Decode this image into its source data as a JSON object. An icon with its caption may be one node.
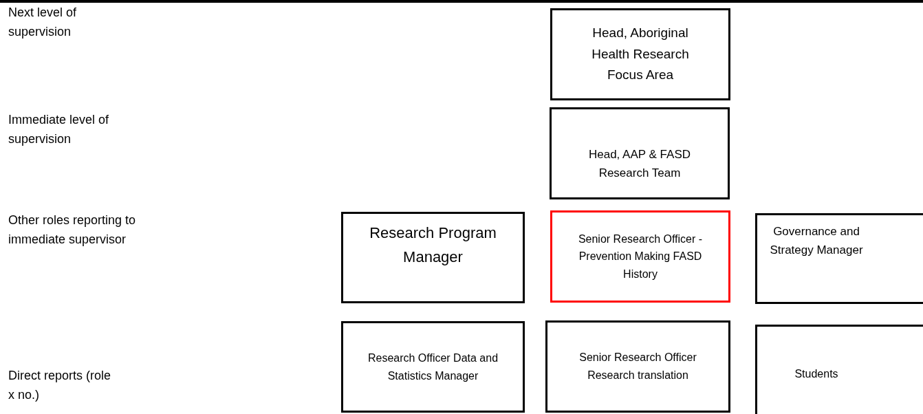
{
  "diagram": {
    "nodes": [
      {
        "text": [
          "Head, Aboriginal Health Research Focus Area"
        ]
      },
      {
        "text": [
          "Head, AAP & FASD Research Team"
        ]
      },
      {
        "text": [
          "Research Program Manager"
        ]
      },
      {
        "text": [
          "Senior Research Officer - Prevention Making FASD History"
        ]
      },
      {
        "text": [
          "Governance and Strategy Manager"
        ]
      },
      {
        "text": [
          "Research Officer Data and Statistics Manager"
        ]
      },
      {
        "text": [
          "Senior Research Officer Research translation"
        ]
      },
      {
        "text": [
          "Students"
        ]
      }
    ],
    "labels": [
      "Next level of supervision",
      "Immediate level of supervision",
      "Other roles reporting to immediate supervisor",
      "Direct reports (role x no.)"
    ]
  }
}
